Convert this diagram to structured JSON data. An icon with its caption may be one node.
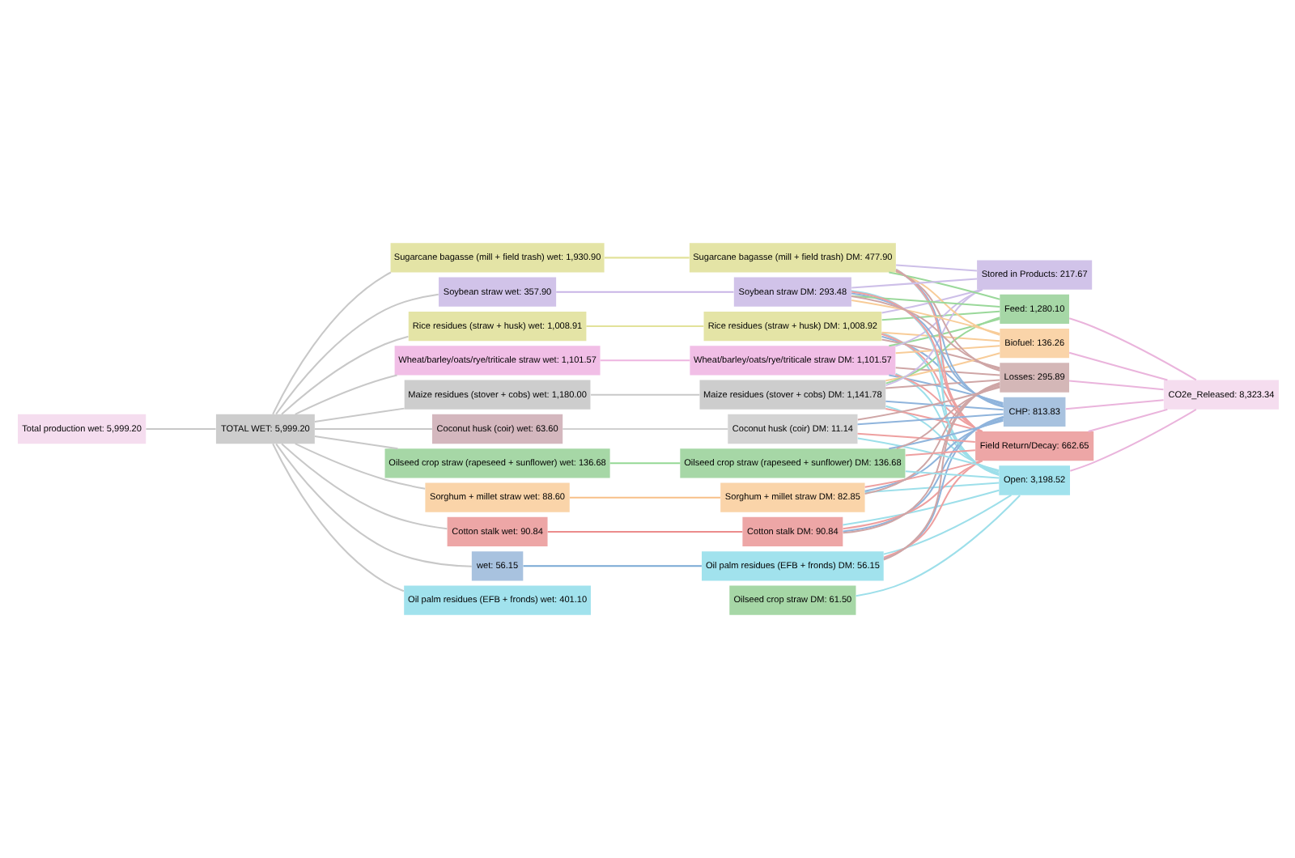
{
  "diagram": {
    "nodes": [
      {
        "text": [
          "Total production wet: 5,999.20"
        ]
      },
      {
        "text": [
          "TOTAL WET: 5,999.20"
        ]
      },
      {
        "text": [
          "Rice residues (straw + husk) wet: 1,008.91"
        ]
      },
      {
        "text": [
          "Wheat/barley/oats/rye/triticale straw wet: 1,101.57"
        ]
      },
      {
        "text": [
          "Maize residues (stover + cobs) wet: 1,180.00"
        ]
      },
      {
        "text": [
          "Sugarcane bagasse (mill + field trash) wet: 1,930.90"
        ]
      },
      {
        "text": [
          "Oil palm residues (EFB + fronds) wet: 401.10"
        ]
      },
      {
        "text": [
          "Sorghum + millet straw wet: 88.60"
        ]
      },
      {
        "text": [
          "Cotton stalk wet: 90.84"
        ]
      },
      {
        "text": [
          "Soybean straw wet: 357.90"
        ]
      },
      {
        "text": [
          "wet: 56.15"
        ]
      },
      {
        "text": [
          "Oilseed crop straw (rapeseed + sunflower) wet: 136.68"
        ]
      },
      {
        "text": [
          "Coconut husk (coir) wet: 63.60"
        ]
      },
      {
        "text": [
          "Oilseed crop straw DM: 61.50"
        ]
      },
      {
        "text": [
          "Rice residues (straw + husk) DM: 1,008.92"
        ]
      },
      {
        "text": [
          "Wheat/barley/oats/rye/triticale straw DM: 1,101.57"
        ]
      },
      {
        "text": [
          "Maize residues (stover + cobs) DM: 1,141.78"
        ]
      },
      {
        "text": [
          "Sugarcane bagasse (mill + field trash) DM: 477.90"
        ]
      },
      {
        "text": [
          "Sorghum + millet straw DM: 82.85"
        ]
      },
      {
        "text": [
          "Cotton stalk DM: 90.84"
        ]
      },
      {
        "text": [
          "Soybean straw DM: 293.48"
        ]
      },
      {
        "text": [
          "Oil palm residues (EFB + fronds) DM: 56.15"
        ]
      },
      {
        "text": [
          "Coconut husk (coir) DM: 11.14"
        ]
      },
      {
        "text": [
          "Oilseed crop straw (rapeseed + sunflower) DM: 136.68"
        ]
      },
      {
        "text": [
          "Open: 3,198.52"
        ]
      },
      {
        "text": [
          "CHP: 813.83"
        ]
      },
      {
        "text": [
          "Biofuel: 136.26"
        ]
      },
      {
        "text": [
          "Feed: 1,280.10"
        ]
      },
      {
        "text": [
          "Field Return/Decay: 662.65"
        ]
      },
      {
        "text": [
          "Stored in Products: 217.67"
        ]
      },
      {
        "text": [
          "Losses: 295.89"
        ]
      },
      {
        "text": [
          "CO2e_Released: 8,323.34"
        ]
      }
    ],
    "edges": [
      {
        "from": 0,
        "to": 1,
        "arrow": "none",
        "color": "#c8c8c8"
      },
      {
        "from": 1,
        "to": 2,
        "arrow": "none",
        "color": "#c8c8c8"
      },
      {
        "from": 1,
        "to": 3,
        "arrow": "none",
        "color": "#c8c8c8"
      },
      {
        "from": 1,
        "to": 4,
        "arrow": "none",
        "color": "#c8c8c8"
      },
      {
        "from": 1,
        "to": 5,
        "arrow": "none",
        "color": "#c8c8c8"
      },
      {
        "from": 1,
        "to": 6,
        "arrow": "none",
        "color": "#c8c8c8"
      },
      {
        "from": 1,
        "to": 7,
        "arrow": "none",
        "color": "#c8c8c8"
      },
      {
        "from": 1,
        "to": 8,
        "arrow": "none",
        "color": "#c8c8c8"
      },
      {
        "from": 1,
        "to": 9,
        "arrow": "none",
        "color": "#c8c8c8"
      },
      {
        "from": 1,
        "to": 10,
        "arrow": "none",
        "color": "#c8c8c8"
      },
      {
        "from": 1,
        "to": 11,
        "arrow": "none",
        "color": "#c8c8c8"
      },
      {
        "from": 1,
        "to": 12,
        "arrow": "none",
        "color": "#c8c8c8"
      },
      {
        "from": 2,
        "to": 14,
        "arrow": "none",
        "color": "#e2e29a"
      },
      {
        "from": 3,
        "to": 15,
        "arrow": "none",
        "color": "#eeb4e0"
      },
      {
        "from": 4,
        "to": 16,
        "arrow": "none",
        "color": "#c8c8c8"
      },
      {
        "from": 5,
        "to": 17,
        "arrow": "none",
        "color": "#e2e29a"
      },
      {
        "from": 7,
        "to": 18,
        "arrow": "none",
        "color": "#f8c088"
      },
      {
        "from": 8,
        "to": 19,
        "arrow": "none",
        "color": "#ec8c8c"
      },
      {
        "from": 9,
        "to": 20,
        "arrow": "none",
        "color": "#c8b4e6"
      },
      {
        "from": 10,
        "to": 21,
        "arrow": "none",
        "color": "#78a8d4"
      },
      {
        "from": 11,
        "to": 23,
        "arrow": "none",
        "color": "#94d894"
      },
      {
        "from": 12,
        "to": 22,
        "arrow": "none",
        "color": "#d0d0d0"
      },
      {
        "from": 13,
        "to": 24,
        "arrow": "none",
        "color": "#9ddfea"
      },
      {
        "from": 14,
        "to": 24,
        "arrow": "none",
        "color": "#9ddfea"
      },
      {
        "from": 14,
        "to": 25,
        "arrow": "none",
        "color": "#8fb4dc"
      },
      {
        "from": 14,
        "to": 26,
        "arrow": "none",
        "color": "#f8cc98"
      },
      {
        "from": 14,
        "to": 27,
        "arrow": "none",
        "color": "#9ad89a"
      },
      {
        "from": 14,
        "to": 28,
        "arrow": "none",
        "color": "#eea0a0"
      },
      {
        "from": 14,
        "to": 29,
        "arrow": "none",
        "color": "#cdbfe8"
      },
      {
        "from": 14,
        "to": 30,
        "arrow": "none",
        "color": "#cfa6a6"
      },
      {
        "from": 15,
        "to": 24,
        "arrow": "none",
        "color": "#9ddfea"
      },
      {
        "from": 15,
        "to": 25,
        "arrow": "none",
        "color": "#8fb4dc"
      },
      {
        "from": 15,
        "to": 26,
        "arrow": "none",
        "color": "#f8cc98"
      },
      {
        "from": 15,
        "to": 27,
        "arrow": "none",
        "color": "#9ad89a"
      },
      {
        "from": 15,
        "to": 28,
        "arrow": "none",
        "color": "#eea0a0"
      },
      {
        "from": 15,
        "to": 29,
        "arrow": "none",
        "color": "#cdbfe8"
      },
      {
        "from": 15,
        "to": 30,
        "arrow": "none",
        "color": "#cfa6a6"
      },
      {
        "from": 16,
        "to": 24,
        "arrow": "none",
        "color": "#9ddfea"
      },
      {
        "from": 16,
        "to": 25,
        "arrow": "none",
        "color": "#8fb4dc"
      },
      {
        "from": 16,
        "to": 26,
        "arrow": "none",
        "color": "#f8cc98"
      },
      {
        "from": 16,
        "to": 27,
        "arrow": "none",
        "color": "#9ad89a"
      },
      {
        "from": 16,
        "to": 28,
        "arrow": "none",
        "color": "#eea0a0"
      },
      {
        "from": 16,
        "to": 29,
        "arrow": "none",
        "color": "#cdbfe8"
      },
      {
        "from": 16,
        "to": 30,
        "arrow": "none",
        "color": "#cfa6a6"
      },
      {
        "from": 17,
        "to": 24,
        "arrow": "none",
        "color": "#9ddfea"
      },
      {
        "from": 17,
        "to": 25,
        "arrow": "none",
        "color": "#8fb4dc"
      },
      {
        "from": 17,
        "to": 26,
        "arrow": "none",
        "color": "#f8cc98"
      },
      {
        "from": 17,
        "to": 27,
        "arrow": "none",
        "color": "#9ad89a"
      },
      {
        "from": 17,
        "to": 28,
        "arrow": "none",
        "color": "#eea0a0"
      },
      {
        "from": 17,
        "to": 29,
        "arrow": "none",
        "color": "#cdbfe8"
      },
      {
        "from": 17,
        "to": 30,
        "arrow": "none",
        "color": "#cfa6a6"
      },
      {
        "from": 18,
        "to": 24,
        "arrow": "none",
        "color": "#9ddfea"
      },
      {
        "from": 18,
        "to": 25,
        "arrow": "none",
        "color": "#8fb4dc"
      },
      {
        "from": 18,
        "to": 28,
        "arrow": "none",
        "color": "#eea0a0"
      },
      {
        "from": 18,
        "to": 30,
        "arrow": "none",
        "color": "#cfa6a6"
      },
      {
        "from": 19,
        "to": 24,
        "arrow": "none",
        "color": "#9ddfea"
      },
      {
        "from": 19,
        "to": 25,
        "arrow": "none",
        "color": "#8fb4dc"
      },
      {
        "from": 19,
        "to": 28,
        "arrow": "none",
        "color": "#eea0a0"
      },
      {
        "from": 19,
        "to": 30,
        "arrow": "none",
        "color": "#cfa6a6"
      },
      {
        "from": 20,
        "to": 24,
        "arrow": "none",
        "color": "#9ddfea"
      },
      {
        "from": 20,
        "to": 25,
        "arrow": "none",
        "color": "#8fb4dc"
      },
      {
        "from": 20,
        "to": 26,
        "arrow": "none",
        "color": "#f8cc98"
      },
      {
        "from": 20,
        "to": 27,
        "arrow": "none",
        "color": "#9ad89a"
      },
      {
        "from": 20,
        "to": 28,
        "arrow": "none",
        "color": "#eea0a0"
      },
      {
        "from": 20,
        "to": 29,
        "arrow": "none",
        "color": "#cdbfe8"
      },
      {
        "from": 20,
        "to": 30,
        "arrow": "none",
        "color": "#cfa6a6"
      },
      {
        "from": 21,
        "to": 24,
        "arrow": "none",
        "color": "#9ddfea"
      },
      {
        "from": 21,
        "to": 25,
        "arrow": "none",
        "color": "#8fb4dc"
      },
      {
        "from": 21,
        "to": 28,
        "arrow": "none",
        "color": "#eea0a0"
      },
      {
        "from": 21,
        "to": 30,
        "arrow": "none",
        "color": "#cfa6a6"
      },
      {
        "from": 22,
        "to": 24,
        "arrow": "none",
        "color": "#9ddfea"
      },
      {
        "from": 22,
        "to": 25,
        "arrow": "none",
        "color": "#8fb4dc"
      },
      {
        "from": 22,
        "to": 28,
        "arrow": "none",
        "color": "#eea0a0"
      },
      {
        "from": 22,
        "to": 30,
        "arrow": "none",
        "color": "#cfa6a6"
      },
      {
        "from": 23,
        "to": 24,
        "arrow": "none",
        "color": "#9ddfea"
      },
      {
        "from": 23,
        "to": 25,
        "arrow": "none",
        "color": "#8fb4dc"
      },
      {
        "from": 23,
        "to": 28,
        "arrow": "none",
        "color": "#eea0a0"
      },
      {
        "from": 23,
        "to": 30,
        "arrow": "none",
        "color": "#cfa6a6"
      },
      {
        "from": 24,
        "to": 31,
        "arrow": "none",
        "color": "#eab4dc"
      },
      {
        "from": 25,
        "to": 31,
        "arrow": "none",
        "color": "#eab4dc"
      },
      {
        "from": 26,
        "to": 31,
        "arrow": "none",
        "color": "#eab4dc"
      },
      {
        "from": 27,
        "to": 31,
        "arrow": "none",
        "color": "#eab4dc"
      },
      {
        "from": 28,
        "to": 31,
        "arrow": "none",
        "color": "#eab4dc"
      },
      {
        "from": 30,
        "to": 31,
        "arrow": "none",
        "color": "#eab4dc"
      }
    ]
  }
}
